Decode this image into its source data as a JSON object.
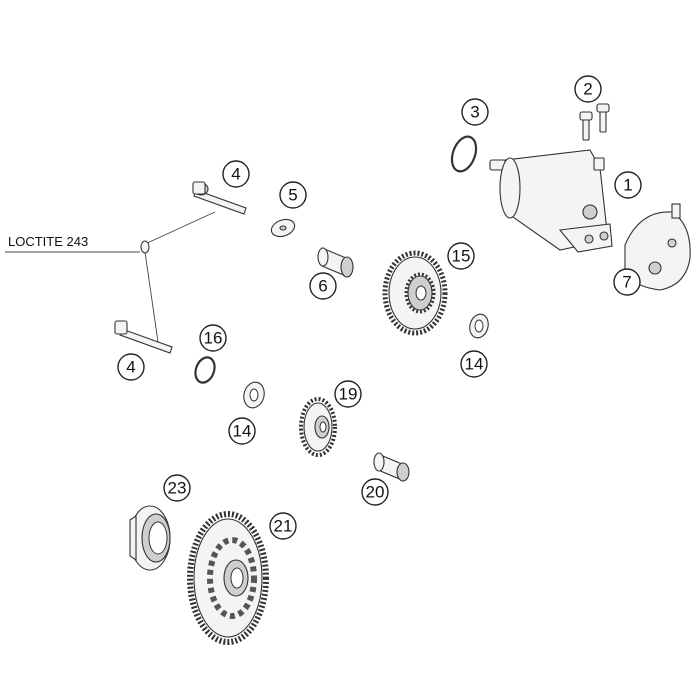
{
  "diagram": {
    "note": "LOCTITE 243",
    "callouts": [
      {
        "id": "c1",
        "label": "1"
      },
      {
        "id": "c2",
        "label": "2"
      },
      {
        "id": "c3",
        "label": "3"
      },
      {
        "id": "c4a",
        "label": "4"
      },
      {
        "id": "c4b",
        "label": "4"
      },
      {
        "id": "c5",
        "label": "5"
      },
      {
        "id": "c6",
        "label": "6"
      },
      {
        "id": "c7",
        "label": "7"
      },
      {
        "id": "c14a",
        "label": "14"
      },
      {
        "id": "c14b",
        "label": "14"
      },
      {
        "id": "c15",
        "label": "15"
      },
      {
        "id": "c16",
        "label": "16"
      },
      {
        "id": "c19",
        "label": "19"
      },
      {
        "id": "c20",
        "label": "20"
      },
      {
        "id": "c21",
        "label": "21"
      },
      {
        "id": "c23",
        "label": "23"
      }
    ]
  }
}
